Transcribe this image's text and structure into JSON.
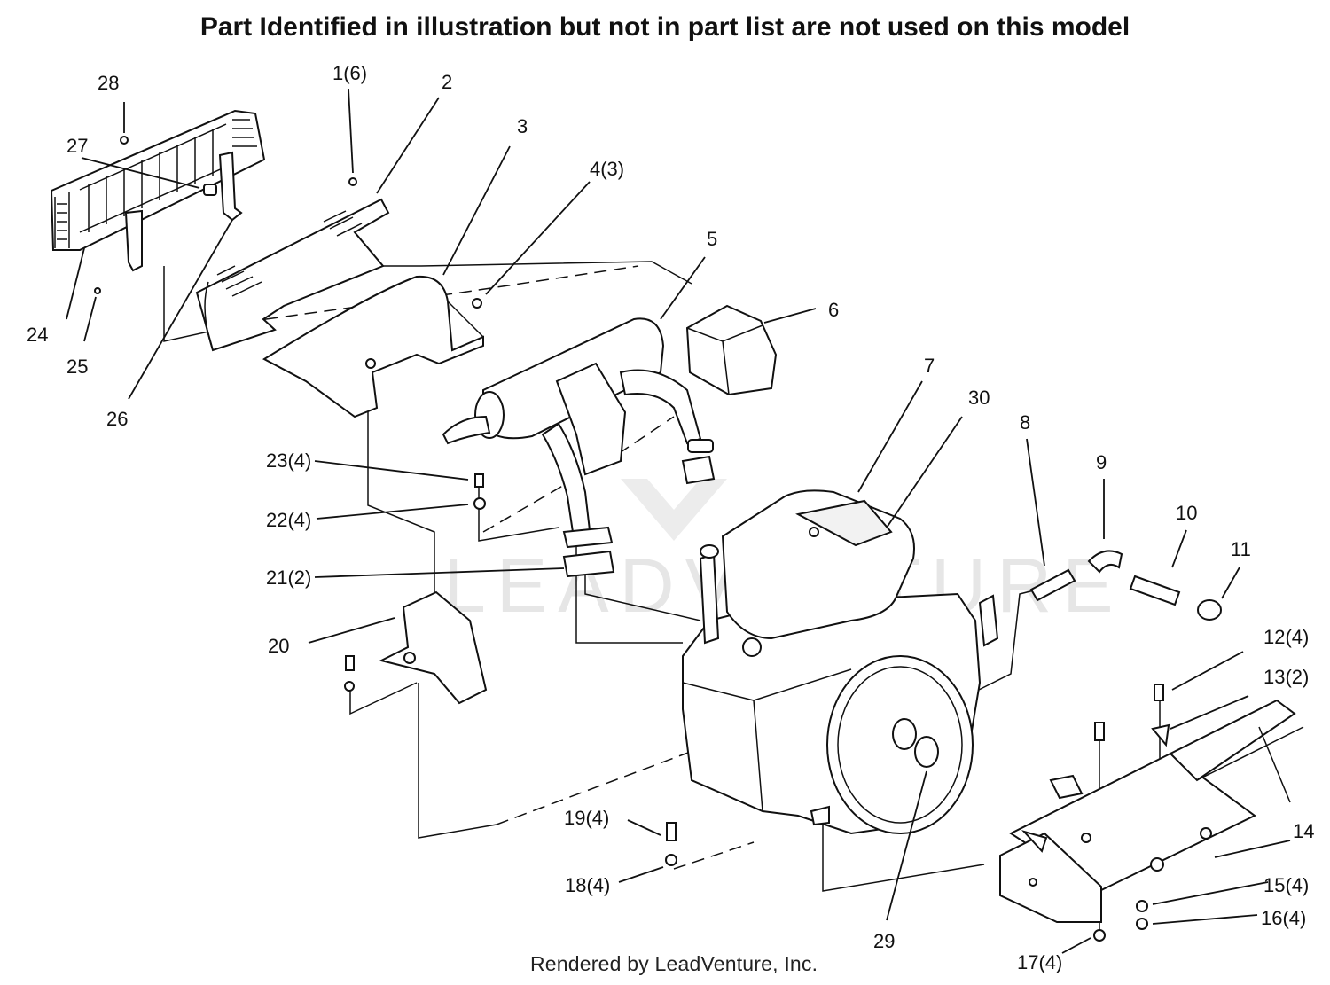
{
  "header": {
    "note": "Part Identified in illustration but not in part list are not used on this model"
  },
  "footer": {
    "credit": "Rendered by LeadVenture, Inc."
  },
  "watermark": {
    "text": "LEADVENTURE"
  },
  "callouts": {
    "c1": "1(6)",
    "c2": "2",
    "c3": "3",
    "c4": "4(3)",
    "c5": "5",
    "c6": "6",
    "c7": "7",
    "c8": "8",
    "c9": "9",
    "c10": "10",
    "c11": "11",
    "c12": "12(4)",
    "c13": "13(2)",
    "c14": "14",
    "c15": "15(4)",
    "c16": "16(4)",
    "c17": "17(4)",
    "c18": "18(4)",
    "c19": "19(4)",
    "c20": "20",
    "c21": "21(2)",
    "c22": "22(4)",
    "c23": "23(4)",
    "c24": "24",
    "c25": "25",
    "c26": "26",
    "c27": "27",
    "c28": "28",
    "c29": "29",
    "c30": "30"
  }
}
